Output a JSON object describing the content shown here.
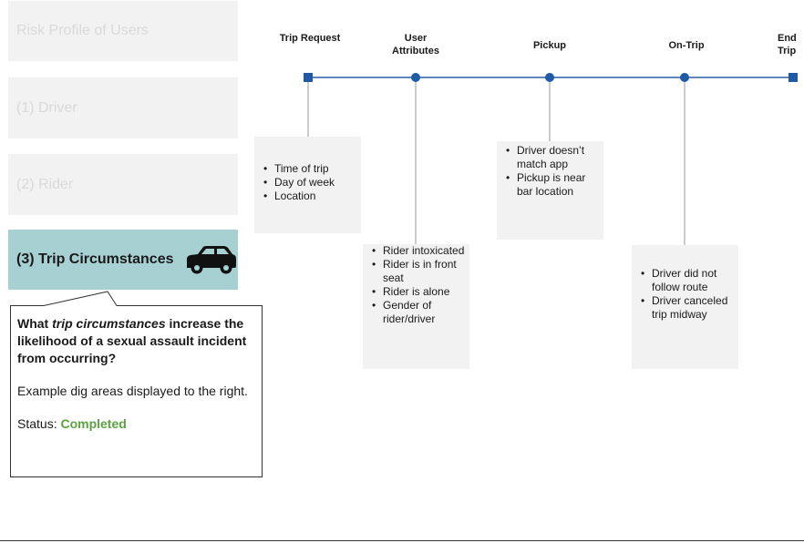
{
  "nav": {
    "items": [
      {
        "label": "Risk Profile of Users"
      },
      {
        "label": "(1) Driver"
      },
      {
        "label": "(2) Rider"
      }
    ],
    "active": {
      "label": "(3) Trip Circumstances",
      "icon": "car-icon"
    }
  },
  "callout": {
    "question_pre": "What ",
    "question_em": "trip circumstances",
    "question_post": " increase the likelihood of a sexual assault incident from occurring?",
    "example": "Example dig areas displayed to the right.",
    "status_label": "Status: ",
    "status_value": "Completed"
  },
  "timeline": {
    "stages": [
      {
        "label": "Trip Request"
      },
      {
        "label": "User Attributes"
      },
      {
        "label": "Pickup"
      },
      {
        "label": "On-Trip"
      },
      {
        "label": "End Trip"
      }
    ],
    "dig_areas": [
      {
        "items": [
          "Time of trip",
          "Day of week",
          "Location"
        ]
      },
      {
        "items": [
          "Rider intoxicated",
          "Rider is in front seat",
          "Rider is alone",
          "Gender of rider/driver"
        ]
      },
      {
        "items": [
          "Driver doesn’t match app",
          "Pickup is near bar location"
        ]
      },
      {
        "items": [
          "Driver did not follow route",
          "Driver canceled trip midway"
        ]
      }
    ]
  },
  "colors": {
    "timeline_line": "#2e5fa3",
    "marker": "#1f5aa6",
    "active_nav": "#a6d0d2",
    "inactive_nav": "#f2f2f2",
    "status_completed": "#5aa142"
  }
}
